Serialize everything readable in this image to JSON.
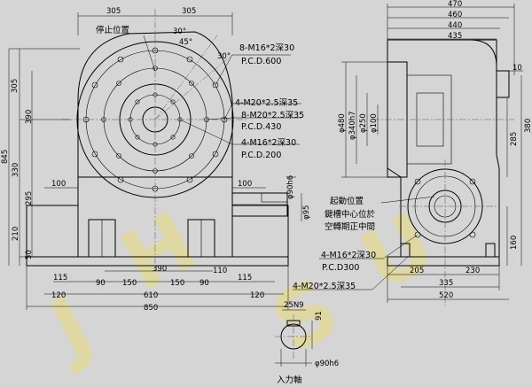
{
  "watermark": [
    "J",
    "H",
    "S",
    "U"
  ],
  "notes": {
    "stop_position": "停止位置",
    "start_position": "起動位置",
    "keyway_note_1": "鍵槽中心位於",
    "keyway_note_2": "空轉期正中間",
    "input_shaft": "入力軸",
    "bolt_8m16": "8-M16*2深30",
    "pcd_600": "P.C.D.600",
    "bolt_4m20_a": "4-M20*2.5深35",
    "bolt_8m20": "8-M20*2.5深35",
    "pcd_430": "P.C.D.430",
    "bolt_4m16_a": "4-M16*2深30",
    "pcd_200": "P.C.D.200",
    "bolt_4m16_b": "4-M16*2深30",
    "pcd_300": "P.C.D300",
    "bolt_4m20_b": "4-M20*2.5深35"
  },
  "dims_front": {
    "top_left": "305",
    "top_right": "305",
    "angle_30a": "30°",
    "angle_45": "45°",
    "angle_30b": "30°",
    "h_305": "305",
    "h_390": "390",
    "h_845": "845",
    "h_330": "330",
    "h_295": "295",
    "h_210": "210",
    "h_50": "50",
    "w_100_left": "100",
    "w_100_right": "100",
    "b_115_left": "115",
    "b_90_left": "90",
    "b_150_left": "150",
    "b_150_right": "150",
    "b_90_right": "90",
    "b_110": "110",
    "b_115_right": "115",
    "b_390": "390",
    "b_120_left": "120",
    "b_610": "610",
    "b_120_right": "120",
    "b_850": "850",
    "phi90h6": "φ90h6",
    "phi95": "φ95"
  },
  "dims_side": {
    "top_470": "470",
    "top_460": "460",
    "top_440": "440",
    "top_435": "435",
    "d480": "φ480",
    "d340h7": "φ340h7",
    "d250": "φ250",
    "d100": "φ100",
    "r10": "10",
    "h285": "285",
    "h380": "380",
    "h160": "160",
    "b205": "205",
    "b230": "230",
    "b335": "335",
    "b520": "520"
  },
  "dims_shaft": {
    "key": "25N9",
    "depth": "91",
    "diameter": "φ90h6"
  }
}
